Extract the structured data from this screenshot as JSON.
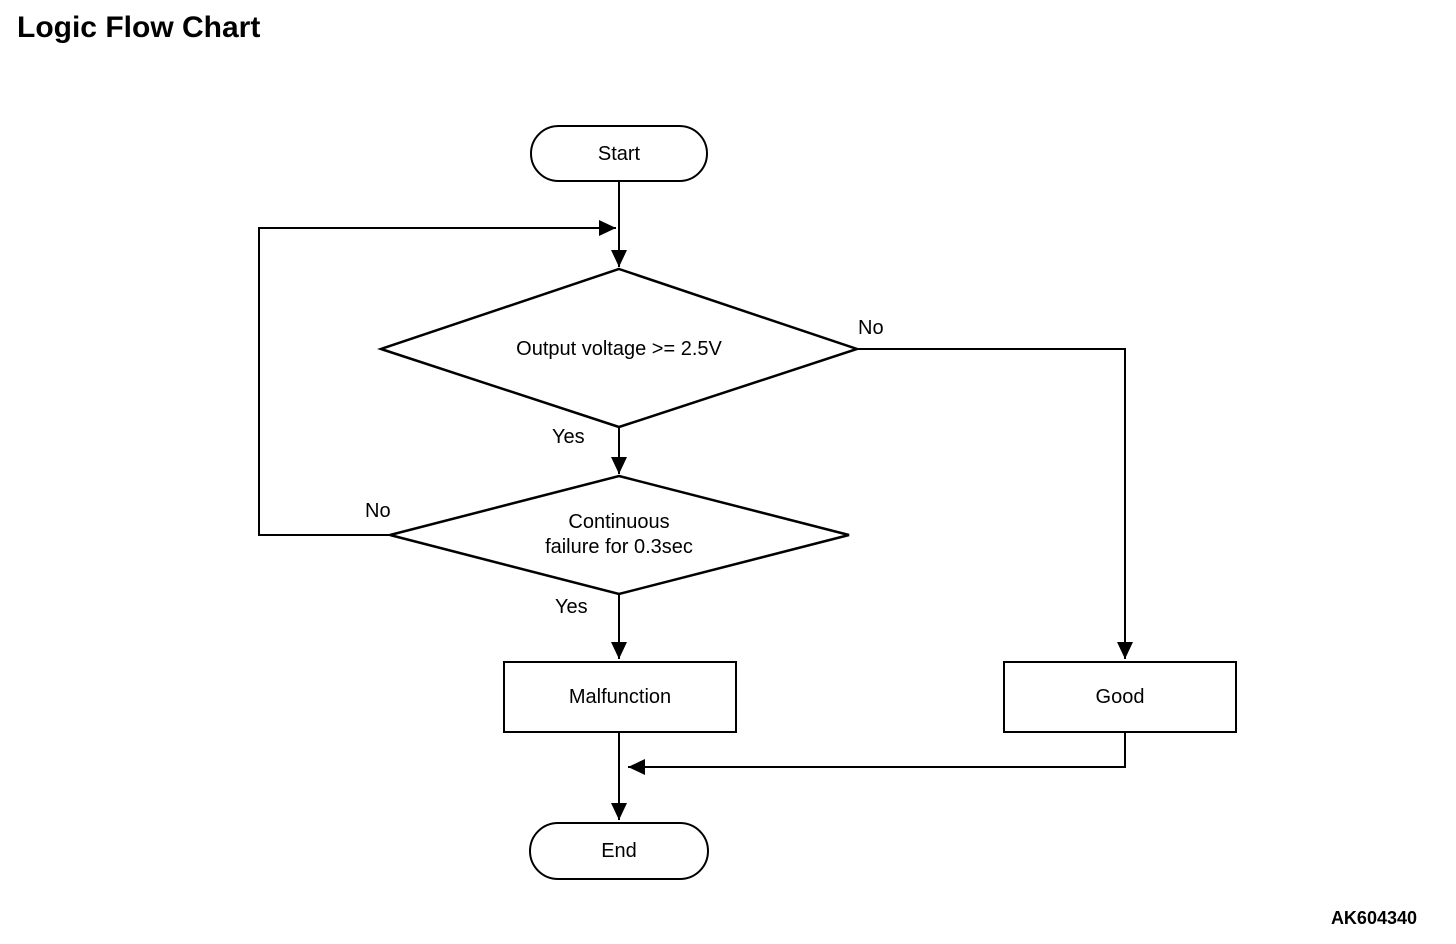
{
  "page": {
    "title": "Logic Flow Chart",
    "figure_code": "AK604340"
  },
  "flowchart": {
    "type": "flowchart",
    "colors": {
      "line": "#000000",
      "node_fill": "#ffffff",
      "background": "#ffffff"
    },
    "nodes": {
      "start": {
        "shape": "terminator",
        "label": "Start"
      },
      "decision_voltage": {
        "shape": "decision",
        "label": "Output voltage >= 2.5V"
      },
      "decision_failure": {
        "shape": "decision",
        "lines": [
          "Continuous",
          "failure for 0.3sec"
        ]
      },
      "malfunction": {
        "shape": "process",
        "label": "Malfunction"
      },
      "good": {
        "shape": "process",
        "label": "Good"
      },
      "end": {
        "shape": "terminator",
        "label": "End"
      }
    },
    "edge_labels": {
      "voltage_no": "No",
      "voltage_yes": "Yes",
      "failure_no": "No",
      "failure_yes": "Yes"
    }
  }
}
